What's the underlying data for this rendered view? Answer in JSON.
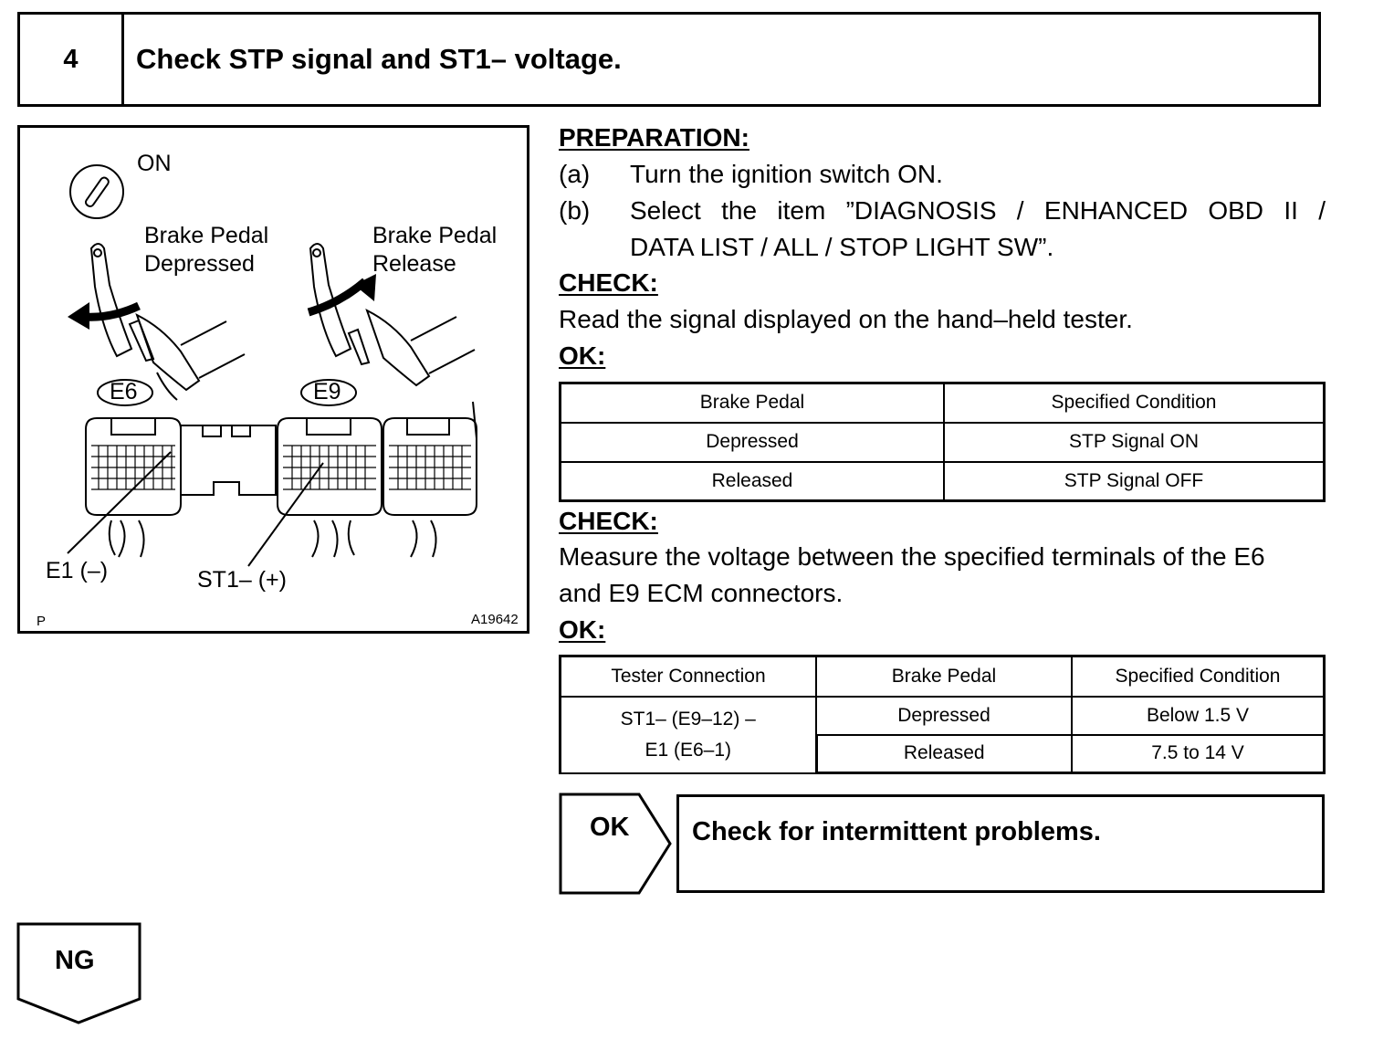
{
  "step": {
    "number": "4",
    "title": "Check STP signal and ST1– voltage."
  },
  "figure": {
    "on_label": "ON",
    "pedal_depressed_line1": "Brake Pedal",
    "pedal_depressed_line2": "Depressed",
    "pedal_release_line1": "Brake Pedal",
    "pedal_release_line2": "Release",
    "connector_e6": "E6",
    "connector_e9": "E9",
    "terminal_e1": "E1 (–)",
    "terminal_st1": "ST1– (+)",
    "corner_code": "P",
    "figure_id": "A19642"
  },
  "preparation": {
    "heading": "PREPARATION:",
    "items": [
      {
        "marker": "(a)",
        "text": "Turn the ignition switch ON."
      },
      {
        "marker": "(b)",
        "text_line1": "Select the item ”DIAGNOSIS / ENHANCED OBD II /",
        "text_line2": "DATA LIST / ALL / STOP LIGHT SW”."
      }
    ]
  },
  "check1": {
    "heading": "CHECK:",
    "text": "Read the signal displayed on the hand–held tester."
  },
  "ok1": {
    "heading": "OK:",
    "headers": [
      "Brake Pedal",
      "Specified Condition"
    ],
    "rows": [
      [
        "Depressed",
        "STP Signal ON"
      ],
      [
        "Released",
        "STP Signal OFF"
      ]
    ]
  },
  "check2": {
    "heading": "CHECK:",
    "text_line1": "Measure the voltage between the specified terminals of the E6",
    "text_line2": "and E9 ECM connectors."
  },
  "ok2": {
    "heading": "OK:",
    "headers": [
      "Tester Connection",
      "Brake Pedal",
      "Specified Condition"
    ],
    "connection_line1": "ST1– (E9–12) –",
    "connection_line2": "E1 (E6–1)",
    "rows": [
      [
        "Depressed",
        "Below 1.5 V"
      ],
      [
        "Released",
        "7.5 to 14 V"
      ]
    ]
  },
  "result_ok": {
    "label": "OK",
    "text": "Check for intermittent problems."
  },
  "result_ng": {
    "label": "NG"
  }
}
